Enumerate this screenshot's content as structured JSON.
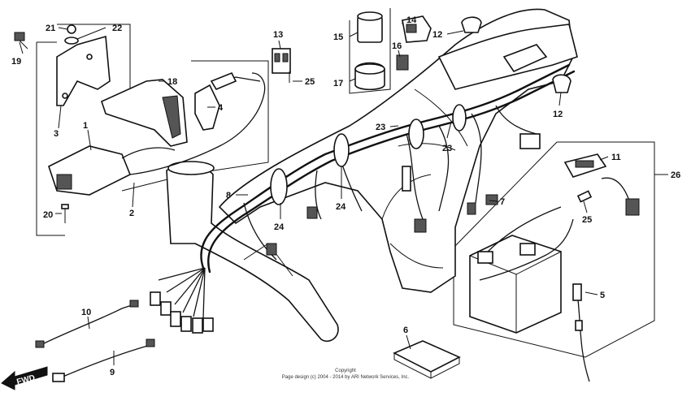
{
  "callouts": [
    {
      "id": "c1",
      "text": "1"
    },
    {
      "id": "c2",
      "text": "2"
    },
    {
      "id": "c3",
      "text": "3"
    },
    {
      "id": "c4",
      "text": "4"
    },
    {
      "id": "c5",
      "text": "5"
    },
    {
      "id": "c6",
      "text": "6"
    },
    {
      "id": "c7",
      "text": "7"
    },
    {
      "id": "c8",
      "text": "8"
    },
    {
      "id": "c9",
      "text": "9"
    },
    {
      "id": "c10",
      "text": "10"
    },
    {
      "id": "c11",
      "text": "11"
    },
    {
      "id": "c12a",
      "text": "12"
    },
    {
      "id": "c12b",
      "text": "12"
    },
    {
      "id": "c13",
      "text": "13"
    },
    {
      "id": "c14",
      "text": "14"
    },
    {
      "id": "c15",
      "text": "15"
    },
    {
      "id": "c16",
      "text": "16"
    },
    {
      "id": "c17",
      "text": "17"
    },
    {
      "id": "c18",
      "text": "18"
    },
    {
      "id": "c19",
      "text": "19"
    },
    {
      "id": "c20",
      "text": "20"
    },
    {
      "id": "c21",
      "text": "21"
    },
    {
      "id": "c22",
      "text": "22"
    },
    {
      "id": "c23a",
      "text": "23"
    },
    {
      "id": "c23b",
      "text": "23"
    },
    {
      "id": "c24a",
      "text": "24"
    },
    {
      "id": "c24b",
      "text": "24"
    },
    {
      "id": "c25a",
      "text": "25"
    },
    {
      "id": "c25b",
      "text": "25"
    },
    {
      "id": "c26",
      "text": "26"
    }
  ],
  "copyright": {
    "line1": "Copyright",
    "line2": "Page design (c) 2004 - 2014 by ARI Network Services, Inc."
  },
  "fwd_label": "FWD"
}
